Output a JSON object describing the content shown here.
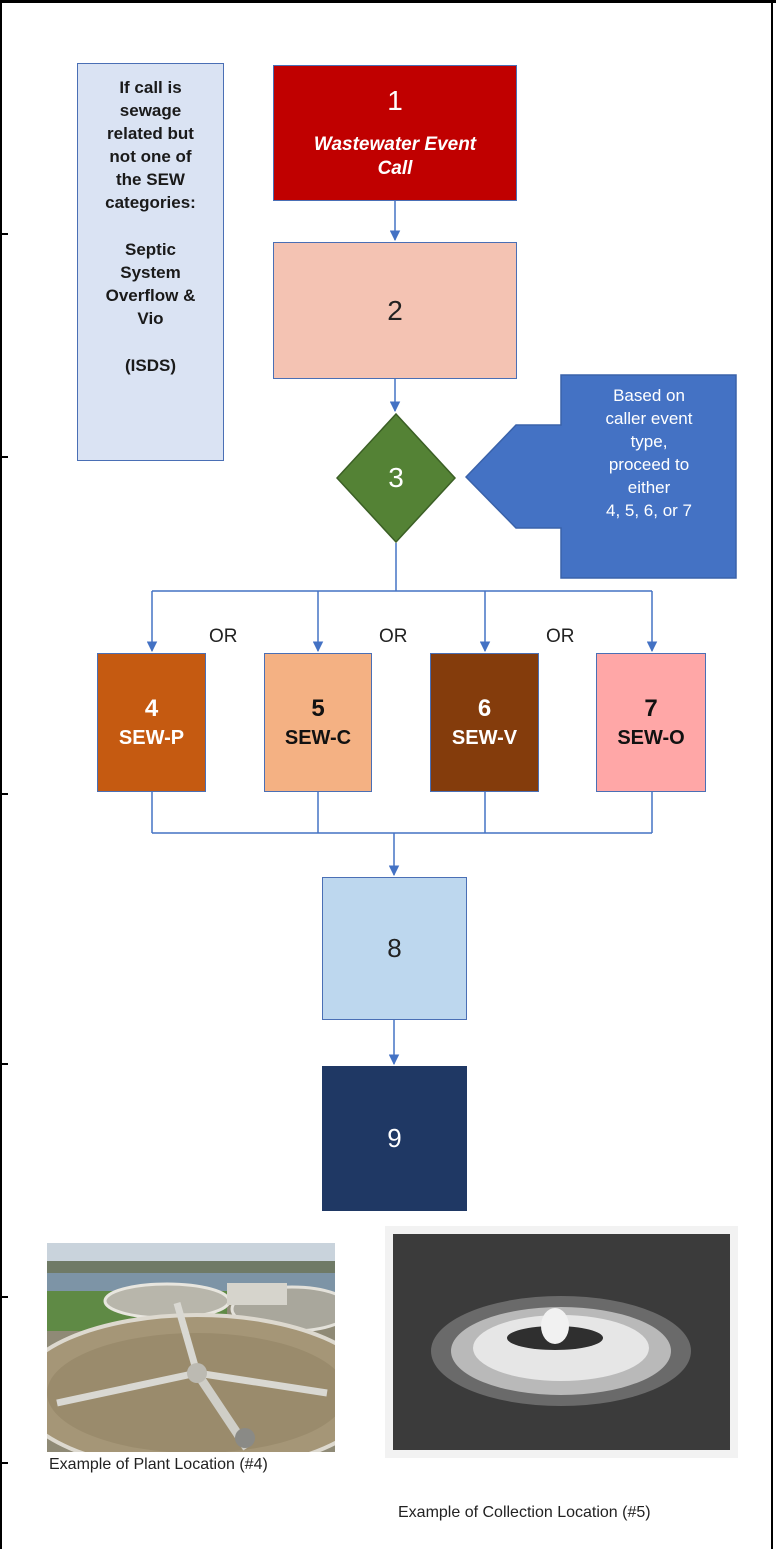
{
  "note": {
    "lines": [
      "If call is",
      "sewage",
      "related but",
      "not one of",
      "the SEW",
      "categories:"
    ],
    "lines2": [
      "Septic",
      "System",
      "Overflow &",
      "Vio"
    ],
    "tag": "(ISDS)"
  },
  "steps": {
    "s1": {
      "number": "1",
      "label_lines": [
        "Wastewater Event",
        "Call"
      ]
    },
    "s2": {
      "number": "2"
    },
    "s3": {
      "number": "3"
    },
    "s4": {
      "number": "4",
      "label": "SEW-P"
    },
    "s5": {
      "number": "5",
      "label": "SEW-C"
    },
    "s6": {
      "number": "6",
      "label": "SEW-V"
    },
    "s7": {
      "number": "7",
      "label": "SEW-O"
    },
    "s8": {
      "number": "8"
    },
    "s9": {
      "number": "9"
    }
  },
  "callout": {
    "lines": [
      "Based on",
      "caller event",
      "type,",
      "proceed to",
      "either",
      "4, 5, 6, or 7"
    ]
  },
  "or_labels": [
    "OR",
    "OR",
    "OR"
  ],
  "photos": {
    "plant_caption": "Example of Plant Location (#4)",
    "collection_caption": "Example of Collection Location (#5)"
  },
  "colors": {
    "connector": "#4472c4",
    "step1": "#c00000",
    "step2": "#f4c3b3",
    "step3": "#548235",
    "callout": "#4472c4",
    "step4": "#c55a11",
    "step5": "#f4b183",
    "step6": "#843c0c",
    "step7": "#ffa7a7",
    "step8": "#bdd7ee",
    "step9": "#1f3864"
  }
}
